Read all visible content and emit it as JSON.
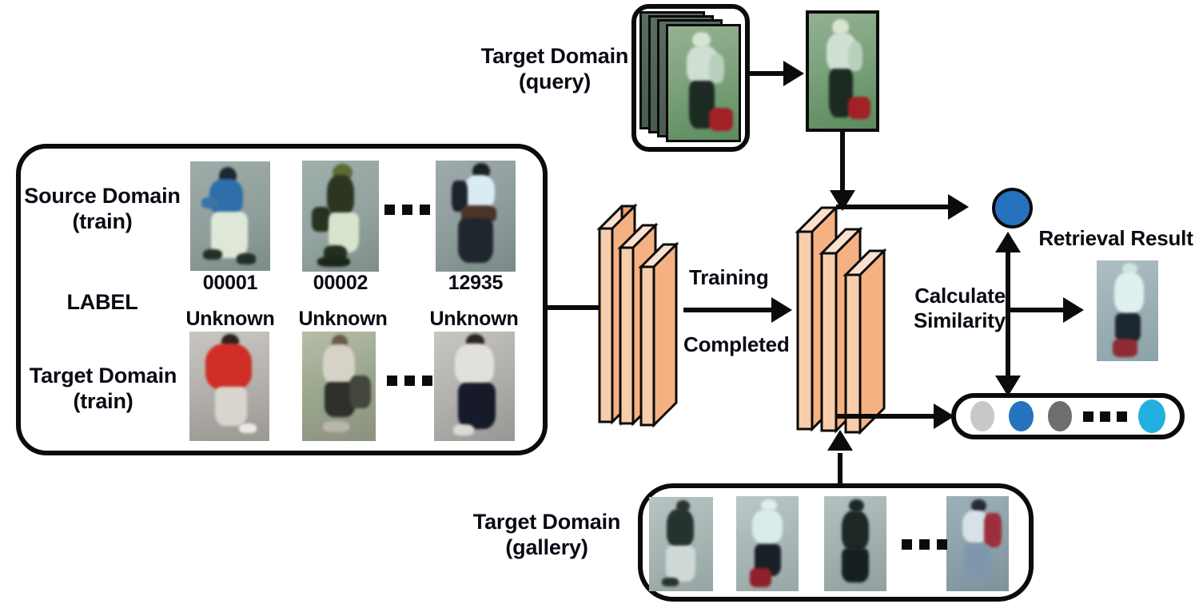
{
  "figure": {
    "type": "pipeline-diagram",
    "title": "Unsupervised cross-domain person re-identification pipeline"
  },
  "panels": {
    "source_target_train": {
      "source_label": "Source Domain\n(train)",
      "label_word": "LABEL",
      "target_label": "Target Domain\n(train)",
      "source_ids": [
        "00001",
        "00002",
        "12935"
      ],
      "target_ids": [
        "Unknown",
        "Unknown",
        "Unknown"
      ],
      "ellipsis": "..."
    },
    "query": {
      "label": "Target Domain\n(query)",
      "stack_count": 4,
      "ellipsis": ""
    },
    "gallery": {
      "label": "Target Domain\n(gallery)",
      "item_count": 4,
      "ellipsis": "..."
    }
  },
  "flow": {
    "training_label": "Training",
    "completed_label": "Completed",
    "similarity_label": "Calculate\nSimilarity",
    "retrieval_label": "Retrieval Result"
  },
  "networks": [
    {
      "name": "backbone-network-training",
      "slabs": 3
    },
    {
      "name": "backbone-network-trained",
      "slabs": 3
    }
  ],
  "features": {
    "query_feature_color": "#2572bd",
    "gallery_features": [
      {
        "name": "feature-gray-light",
        "color": "#c8c8c8"
      },
      {
        "name": "feature-blue",
        "color": "#2572bd"
      },
      {
        "name": "feature-gray-dark",
        "color": "#6e6e6e"
      },
      {
        "name": "feature-cyan",
        "color": "#21b0e0"
      }
    ],
    "ellipsis": "..."
  },
  "colors": {
    "slab_face": "#f5b183",
    "slab_top": "#fbe0cd",
    "outline": "#0b0b0b",
    "accent_blue": "#2572bd",
    "accent_cyan": "#21b0e0"
  }
}
